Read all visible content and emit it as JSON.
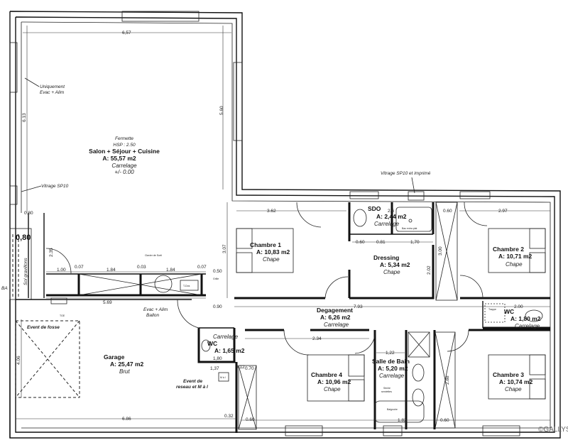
{
  "plan": {
    "rooms": {
      "salon": {
        "l1": "Fermette",
        "l2": "HSP : 2.50",
        "name": "Salon + Séjour + Cuisine",
        "area": "A: 55,57 m2",
        "floor": "Carrelage",
        "level": "+/- 0.00"
      },
      "chambre1": {
        "name": "Chambre 1",
        "area": "A: 10,83 m2",
        "floor": "Chape"
      },
      "sdo": {
        "name": "SDO",
        "area": "A: 2,44 m2",
        "floor": "Carrelage"
      },
      "dressing": {
        "name": "Dressing",
        "area": "A: 5,34 m2",
        "floor": "Chape"
      },
      "chambre2": {
        "name": "Chambre 2",
        "area": "A: 10,71 m2",
        "floor": "Chape"
      },
      "degagement": {
        "name": "Degagement",
        "area": "A: 6,26 m2",
        "floor": "Carrelage"
      },
      "wc2": {
        "name": "WC",
        "area": "A: 1,80 m2",
        "floor": "Carrelage"
      },
      "chambre3": {
        "name": "Chambre 3",
        "area": "A: 10,74 m2",
        "floor": "Chape"
      },
      "chambre4": {
        "name": "Chambre 4",
        "area": "A: 10,96 m2",
        "floor": "Chape"
      },
      "sdb": {
        "name": "Salle de Bain",
        "area": "A: 5,20 m2",
        "floor": "Carrelage"
      },
      "wc1": {
        "name": "WC",
        "area": "A: 1,65 m2",
        "floor": "Carrelage"
      },
      "garage": {
        "name": "Garage",
        "area": "A: 25,47 m2",
        "floor": "Brut"
      }
    },
    "dimensions": {
      "d657": "6,57",
      "d613": "6.13",
      "d560": "5.60",
      "d080a": "0.80",
      "d080big": "0,80",
      "d235": "2.35",
      "d100": "1.00",
      "d007a": "0.07",
      "d184a": "1.84",
      "d003": "0.03",
      "d184b": "1.84",
      "d007b": "0.07",
      "d050": "0.50",
      "d569": "5.69",
      "d090": "0.90",
      "d307": "3.07",
      "d362": "3.62",
      "d26": "2.6",
      "d060": "0.60",
      "d081": "0.81",
      "d170": "1,70",
      "d202": "2.02",
      "d300": "3.00",
      "d060b": "0.60",
      "d297": "2.97",
      "d793": "7.93",
      "d200": "2.00",
      "d234": "2.34",
      "d122": "1,22",
      "d180": "1,80",
      "d137": "1,37",
      "d012": "0.12",
      "d070": "0.70",
      "d406": "4.06",
      "d686": "6.86",
      "d032": "0.32",
      "d060c": "0.60",
      "d182": "1.82",
      "d060d": "0.60",
      "d288": "2.88"
    },
    "notes": {
      "uniquement1": "Uniquement",
      "uniquement2": "Evac + Alim",
      "vitrage": "Vitrage SP10",
      "vitrage_imprime": "Vitrage SP10 et imprimé",
      "sol1": "Sol gravillons",
      "ba": "BA",
      "clavier": "Clavier de Sorti",
      "evac1": "Evac + Alim",
      "evac2": "Ballon",
      "tge": "TGE",
      "tdos": "T-Dos",
      "grille": "Grille",
      "event_fosse": "Event de fosse",
      "event_reseau1": "Event de",
      "event_reseau2": "reseau et M à l",
      "mal": "M à l",
      "seche1": "Sèche",
      "seche2": "serviettes",
      "baignoire": "Baignoire",
      "trappe": "Trappe",
      "bac": "Bac extra plat",
      "logo": "©GALLYS"
    }
  }
}
